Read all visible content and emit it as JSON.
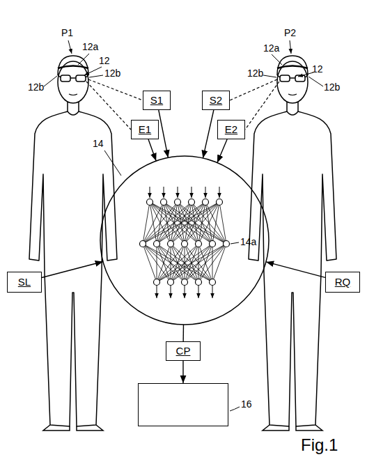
{
  "diagram": {
    "nodes": [
      {
        "text": [
          "S1"
        ]
      },
      {
        "text": [
          "E1"
        ]
      },
      {
        "text": [
          "S2"
        ]
      },
      {
        "text": [
          "E2"
        ]
      },
      {
        "text": [
          "14"
        ]
      },
      {
        "text": [
          "SL"
        ]
      },
      {
        "text": [
          "RQ"
        ]
      },
      {
        "text": [
          "CP"
        ]
      },
      {
        "text": [
          "16"
        ]
      }
    ],
    "edges": [
      {
        "from": 0,
        "to": 4,
        "arrow": "to"
      },
      {
        "from": 1,
        "to": 4,
        "arrow": "to"
      },
      {
        "from": 2,
        "to": 4,
        "arrow": "to"
      },
      {
        "from": 3,
        "to": 4,
        "arrow": "to"
      },
      {
        "from": 5,
        "to": 4,
        "arrow": "to"
      },
      {
        "from": 6,
        "to": 4,
        "arrow": "to"
      },
      {
        "from": 4,
        "to": 7,
        "arrow": "none"
      },
      {
        "from": 7,
        "to": 8,
        "arrow": "to"
      }
    ],
    "labels": [
      "P1",
      "12a",
      "12",
      "12b",
      "12b",
      "P2",
      "12a",
      "12b",
      "12",
      "12b",
      "14a",
      "Fig.1"
    ]
  }
}
